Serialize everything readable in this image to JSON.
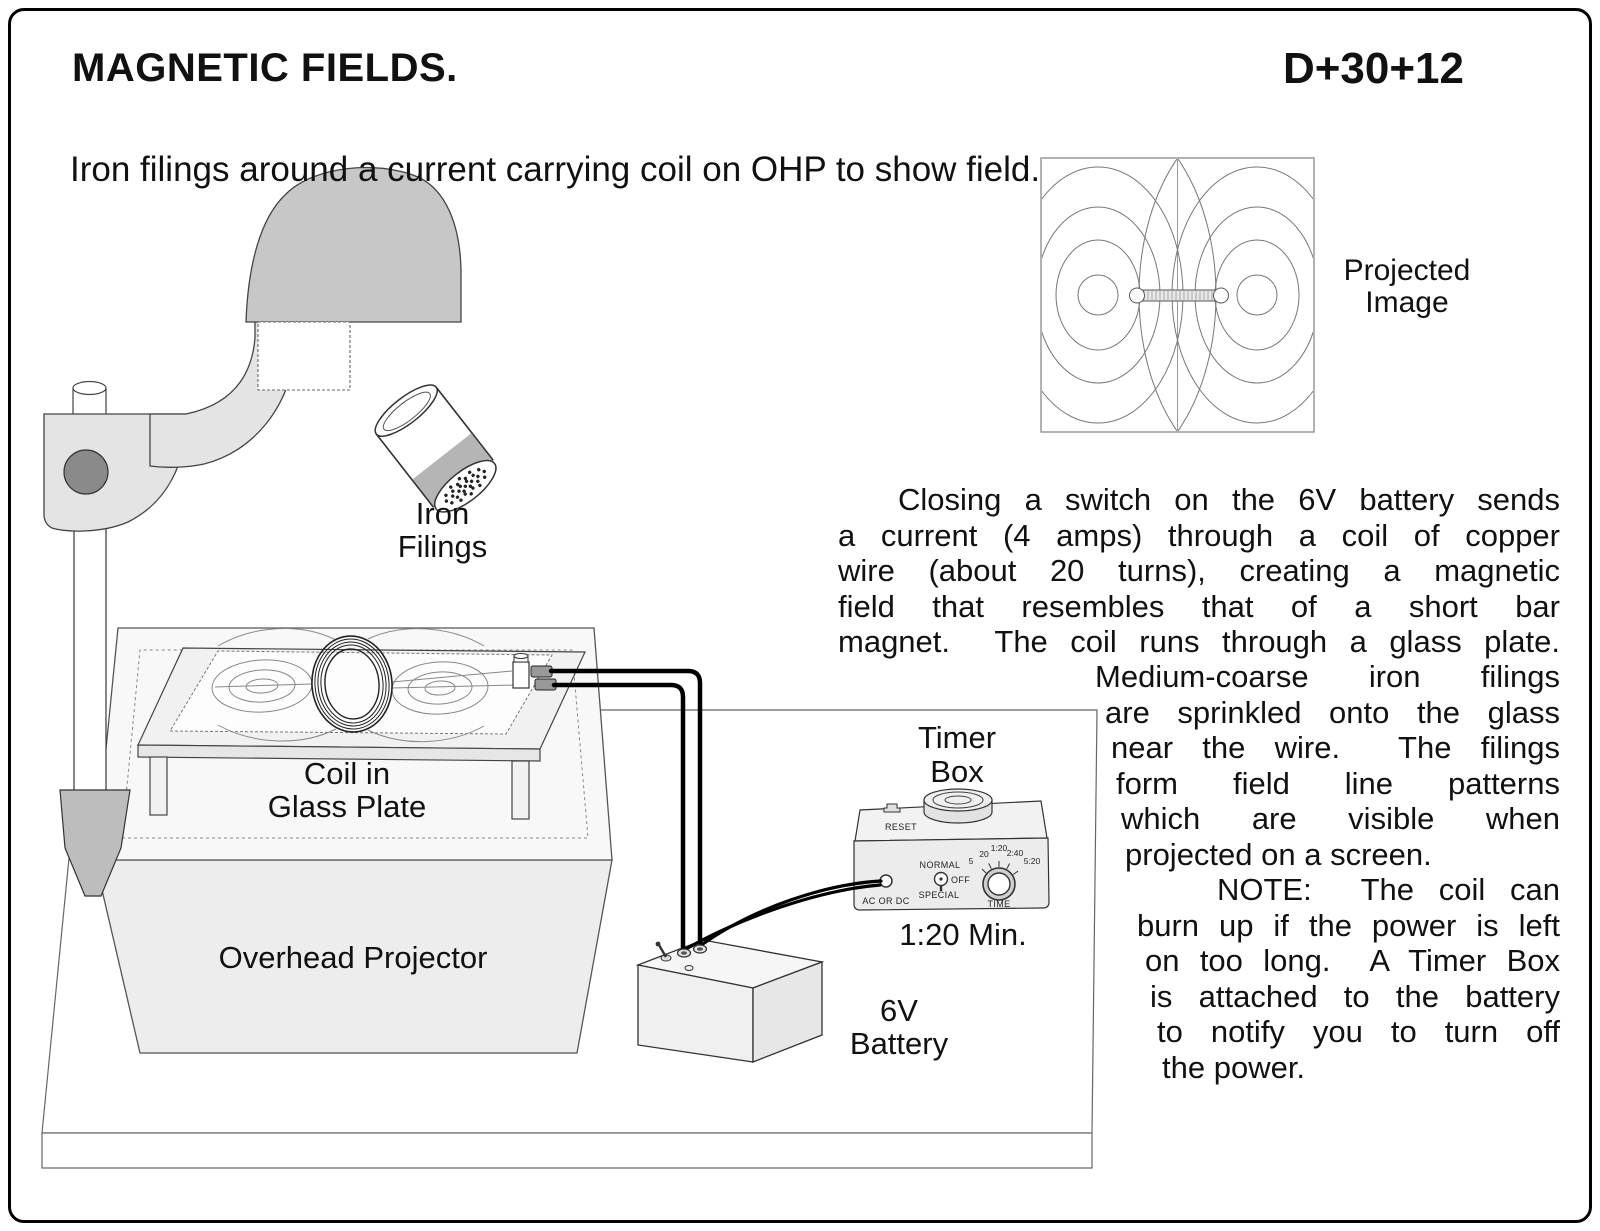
{
  "header": {
    "title": "MAGNETIC FIELDS.",
    "code": "D+30+12",
    "subtitle": "Iron filings around a current carrying coil on OHP to show field."
  },
  "diagram_labels": {
    "projected_image": {
      "line1": "Projected",
      "line2": "Image"
    },
    "iron_filings": {
      "line1": "Iron",
      "line2": "Filings"
    },
    "coil_in_glass_plate": {
      "line1": "Coil in",
      "line2": "Glass Plate"
    },
    "overhead_projector": "Overhead Projector",
    "timer_box": {
      "line1": "Timer",
      "line2": "Box"
    },
    "timer_setting": "1:20 Min.",
    "battery": {
      "line1": "6V",
      "line2": "Battery"
    }
  },
  "timer_panel": {
    "reset": "RESET",
    "normal": "NORMAL",
    "off": "OFF",
    "special": "SPECIAL",
    "ac_or_dc": "AC OR DC",
    "time": "TIME",
    "dial_ticks": [
      "5",
      "20",
      "1:20",
      "2:40",
      "5:20"
    ]
  },
  "paragraphs": {
    "p1": {
      "lines": [
        "Closing a switch on the 6V battery sends",
        "a current (4 amps) through a coil of copper",
        "wire (about 20 turns), creating a magnetic",
        "field that resembles that of a short bar",
        "magnet.  The coil runs through a glass plate."
      ]
    },
    "p2": {
      "lines": [
        "Medium-coarse iron filings",
        "are sprinkled onto the glass",
        "near the wire.  The filings",
        "form field line patterns",
        "which are visible when",
        "projected on a screen."
      ]
    },
    "p3": {
      "lines": [
        "NOTE:  The coil can",
        "burn up if the power is left",
        "on too long.  A Timer Box",
        "is attached to the battery",
        "to notify you to turn off",
        "the power."
      ]
    }
  },
  "colors": {
    "ink": "#111111",
    "line": "#444444",
    "dome_gray": "#c7c7c7",
    "body_gray": "#ededed",
    "knob_gray": "#8a8a8a",
    "connector_gray": "#999999"
  }
}
